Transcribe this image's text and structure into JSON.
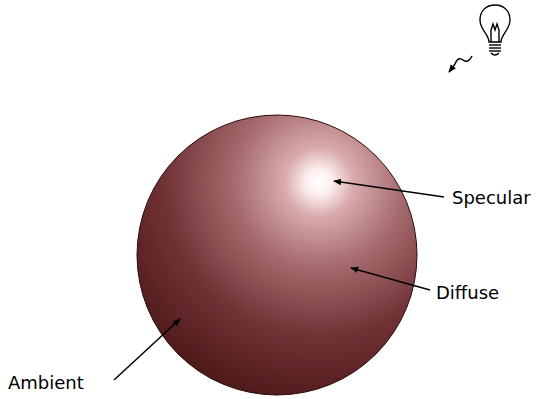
{
  "diagram": {
    "labels": [
      "Specular",
      "Diffuse",
      "Ambient"
    ]
  }
}
